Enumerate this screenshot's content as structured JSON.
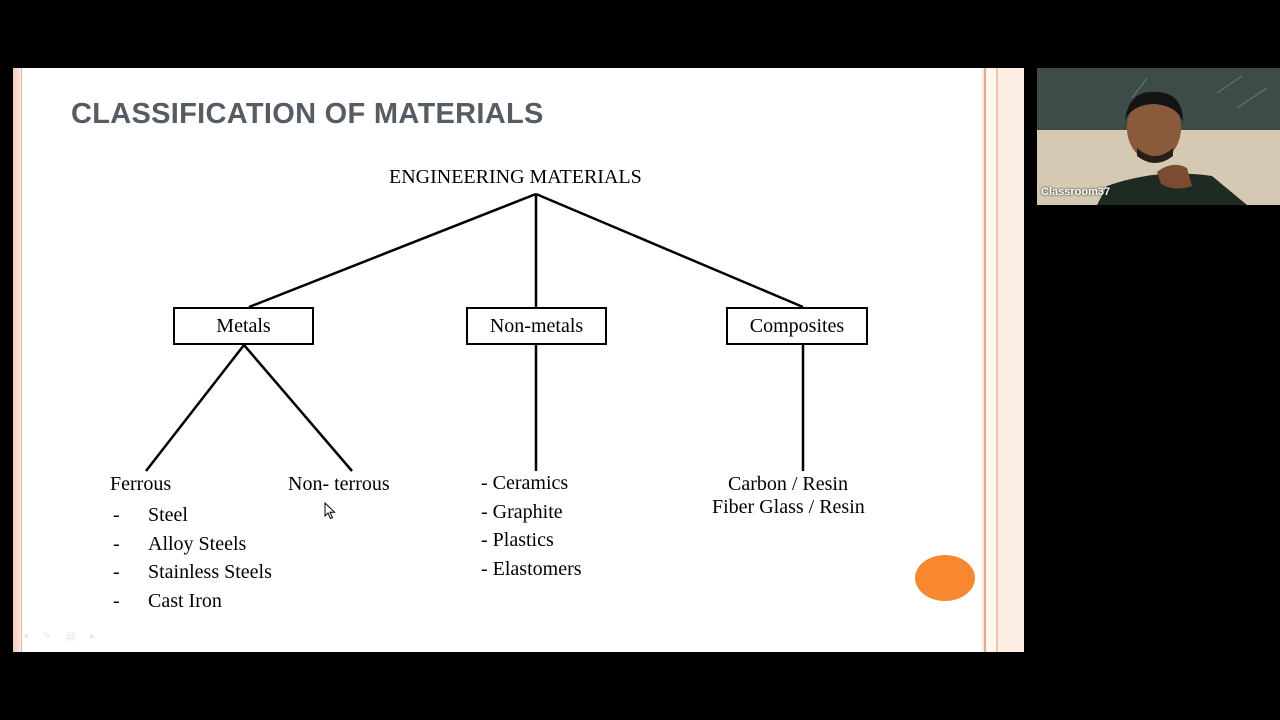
{
  "slide": {
    "title": "CLASSIFICATION OF MATERIALS",
    "root": "ENGINEERING MATERIALS",
    "categories": {
      "metals": "Metals",
      "non_metals": "Non-metals",
      "composites": "Composites"
    },
    "metals": {
      "ferrous": {
        "label": "Ferrous",
        "dash": "-",
        "items": [
          "Steel",
          "Alloy Steels",
          "Stainless Steels",
          "Cast Iron"
        ]
      },
      "non_ferrous": {
        "label": "Non- terrous"
      }
    },
    "non_metals_items": [
      "- Ceramics",
      "- Graphite",
      "- Plastics",
      "- Elastomers"
    ],
    "composites_items": [
      "Carbon / Resin",
      "Fiber Glass / Resin"
    ]
  },
  "video": {
    "participant_name": "Classroom37"
  },
  "colors": {
    "title_text": "#555c63",
    "slide_edge": "#f3cbb8",
    "orange_dot": "#f7882f",
    "background": "#000000"
  },
  "icons": [
    "mouse-pointer-icon"
  ]
}
